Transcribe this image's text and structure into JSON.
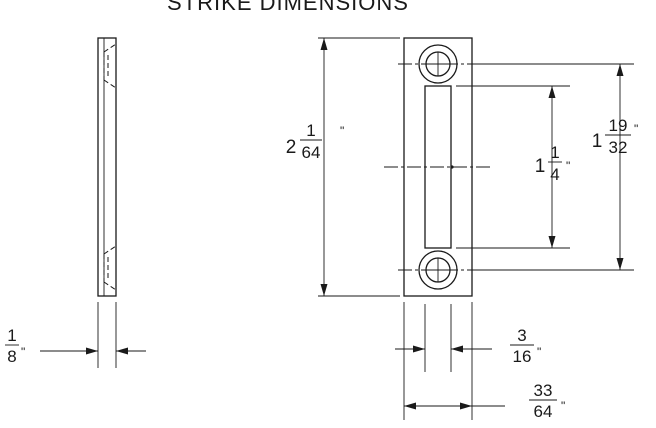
{
  "title": "STRIKE DIMENSIONS",
  "dimensions": {
    "overall_height": {
      "whole": "2",
      "num": "1",
      "den": "64",
      "unit": "\""
    },
    "slot_length": {
      "whole": "1",
      "num": "1",
      "den": "4",
      "unit": "\""
    },
    "hole_spacing": {
      "whole": "1",
      "num": "19",
      "den": "32",
      "unit": "\""
    },
    "thickness": {
      "num": "1",
      "den": "8",
      "unit": "\""
    },
    "slot_width": {
      "num": "3",
      "den": "16",
      "unit": "\""
    },
    "overall_width": {
      "num": "33",
      "den": "64",
      "unit": "\""
    }
  }
}
